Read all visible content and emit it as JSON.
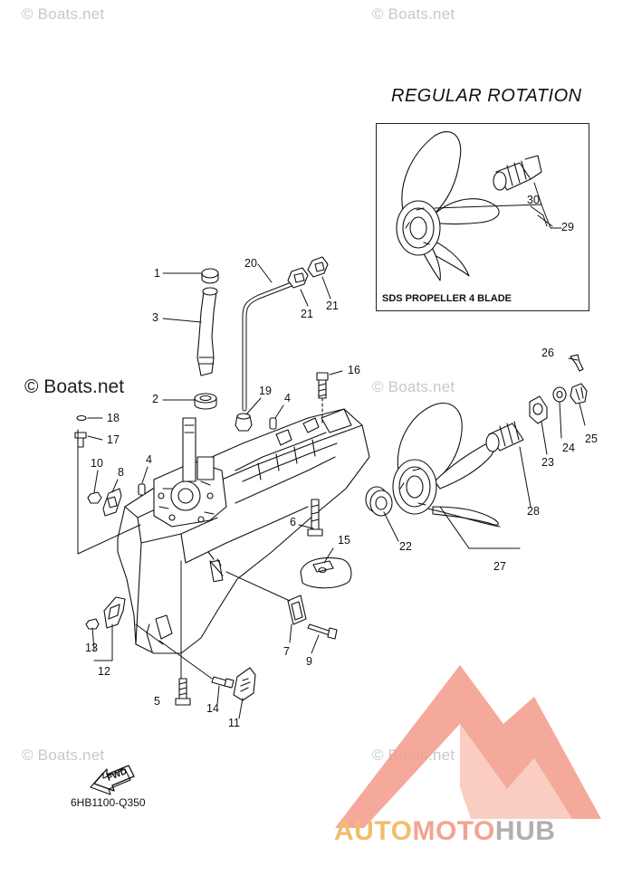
{
  "watermark": "© Boats.net",
  "watermark_left": "© Boats.net",
  "title": "REGULAR ROTATION",
  "inset_label": "SDS PROPELLER 4 BLADE",
  "diagram_code": "6HB1100-Q350",
  "fwd_label": "FWD",
  "logo": {
    "part1": "AUTO",
    "part2": "MOTO",
    "part3": "HUB"
  },
  "callouts": {
    "n1": "1",
    "n2": "2",
    "n3": "3",
    "n4a": "4",
    "n4b": "4",
    "n5": "5",
    "n6": "6",
    "n7": "7",
    "n8": "8",
    "n9": "9",
    "n10": "10",
    "n11": "11",
    "n12": "12",
    "n13": "13",
    "n14": "14",
    "n15": "15",
    "n16": "16",
    "n17": "17",
    "n18": "18",
    "n19": "19",
    "n20": "20",
    "n21a": "21",
    "n21b": "21",
    "n22": "22",
    "n23": "23",
    "n24": "24",
    "n25": "25",
    "n26": "26",
    "n27": "27",
    "n28": "28",
    "n29": "29",
    "n30": "30"
  }
}
